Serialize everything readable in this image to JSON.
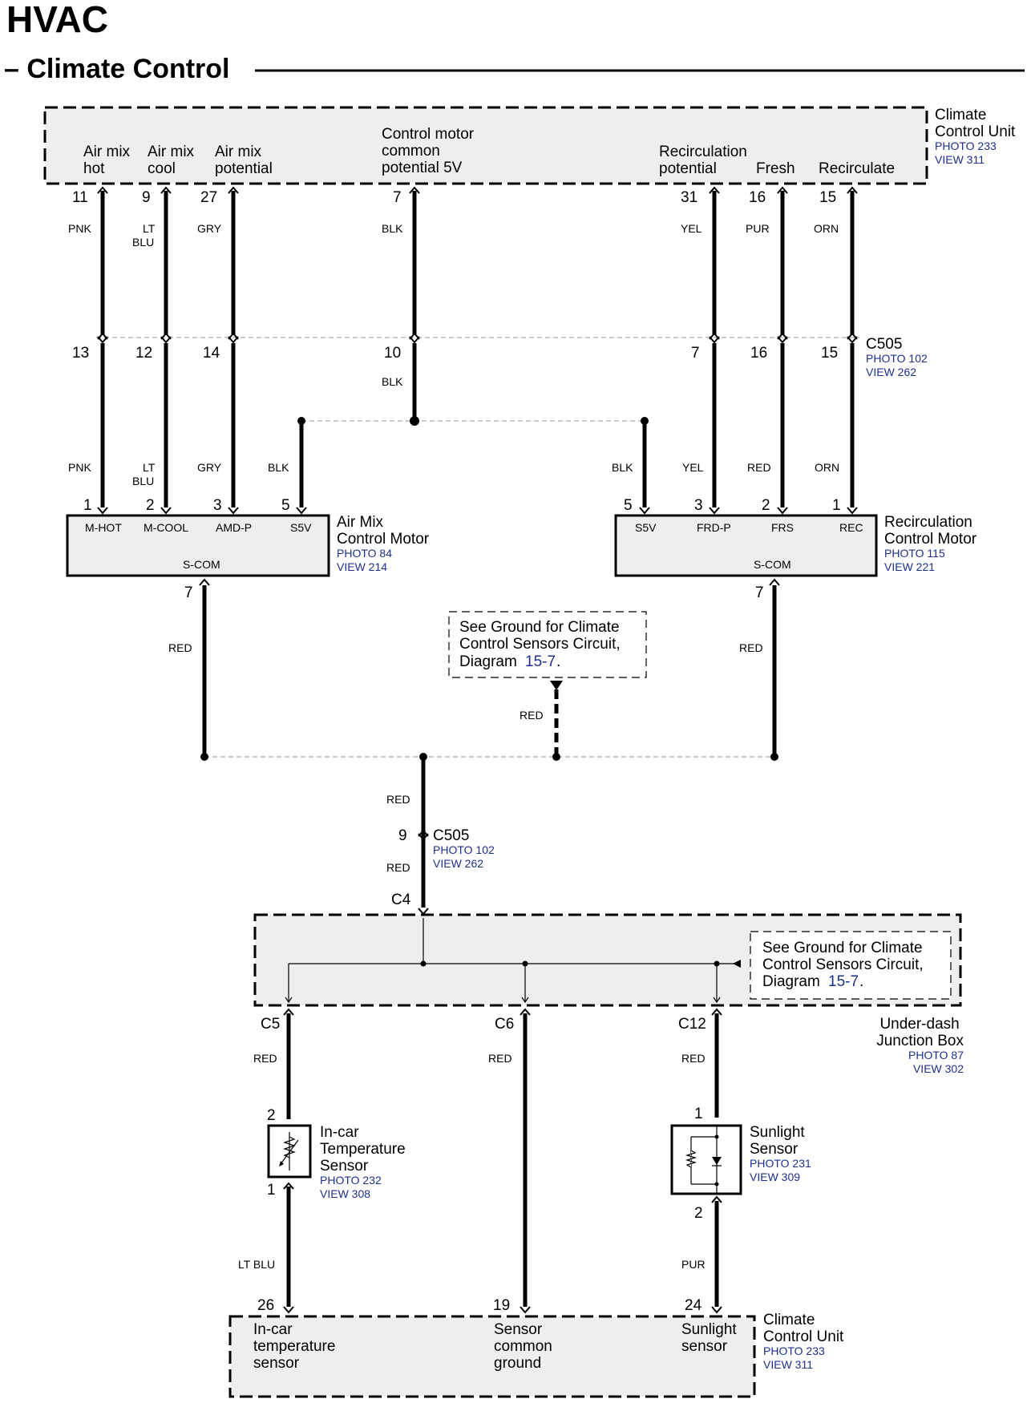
{
  "header": {
    "title": "HVAC",
    "subtitle": "– Climate Control"
  },
  "ccu_top": {
    "name": [
      "Climate",
      "Control Unit"
    ],
    "photo": "PHOTO 233",
    "view": "VIEW 311",
    "terminals": {
      "air_mix_hot": [
        "Air mix",
        "hot"
      ],
      "air_mix_cool": [
        "Air mix",
        "cool"
      ],
      "air_mix_potential": [
        "Air mix",
        "potential"
      ],
      "motor_common": [
        "Control motor",
        "common",
        "potential 5V"
      ],
      "recirc_potential": [
        "Recirculation",
        "potential"
      ],
      "fresh": "Fresh",
      "recirculate": "Recirculate"
    },
    "pins": {
      "p11": "11",
      "p9": "9",
      "p27": "27",
      "p7": "7",
      "p31": "31",
      "p16": "16",
      "p15": "15"
    }
  },
  "c505_upper": {
    "name": "C505",
    "photo": "PHOTO 102",
    "view": "VIEW 262",
    "pins": {
      "p13": "13",
      "p12": "12",
      "p14": "14",
      "p10": "10",
      "p7": "7",
      "p16": "16",
      "p15": "15"
    }
  },
  "wire_colors": {
    "pnk": "PNK",
    "lt": "LT",
    "blu": "BLU",
    "gry": "GRY",
    "blk": "BLK",
    "yel": "YEL",
    "pur": "PUR",
    "orn": "ORN",
    "red": "RED",
    "ltblu": "LT BLU"
  },
  "air_mix_motor": {
    "name": [
      "Air Mix",
      "Control Motor"
    ],
    "photo": "PHOTO 84",
    "view": "VIEW 214",
    "pins": {
      "p1": "1",
      "p2": "2",
      "p3": "3",
      "p5": "5",
      "p7": "7"
    },
    "terminals": {
      "m_hot": "M-HOT",
      "m_cool": "M-COOL",
      "amd_p": "AMD-P",
      "s5v": "S5V",
      "s_com": "S-COM"
    }
  },
  "recirc_motor": {
    "name": [
      "Recirculation",
      "Control Motor"
    ],
    "photo": "PHOTO 115",
    "view": "VIEW 221",
    "pins": {
      "p5": "5",
      "p3": "3",
      "p2": "2",
      "p1": "1",
      "p7": "7"
    },
    "terminals": {
      "s5v": "S5V",
      "frd_p": "FRD-P",
      "frs": "FRS",
      "rec": "REC",
      "s_com": "S-COM"
    }
  },
  "ground_note": {
    "lines": [
      "See Ground for Climate",
      "Control Sensors Circuit,"
    ],
    "diagram_word": "Diagram",
    "diagram_ref": "15-7",
    "period": "."
  },
  "c505_lower": {
    "name": "C505",
    "photo": "PHOTO 102",
    "view": "VIEW 262",
    "pin": "9"
  },
  "junction_box": {
    "name": [
      "Under-dash",
      "Junction Box"
    ],
    "photo": "PHOTO 87",
    "view": "VIEW 302",
    "connectors": {
      "c4": "C4",
      "c5": "C5",
      "c6": "C6",
      "c12": "C12"
    }
  },
  "incar_sensor": {
    "name": [
      "In-car",
      "Temperature",
      "Sensor"
    ],
    "photo": "PHOTO 232",
    "view": "VIEW 308",
    "pins": {
      "p2": "2",
      "p1": "1"
    }
  },
  "sunlight_sensor": {
    "name": [
      "Sunlight",
      "Sensor"
    ],
    "photo": "PHOTO 231",
    "view": "VIEW 309",
    "pins": {
      "p1": "1",
      "p2": "2"
    }
  },
  "ccu_bottom": {
    "name": [
      "Climate",
      "Control Unit"
    ],
    "photo": "PHOTO 233",
    "view": "VIEW 311",
    "pins": {
      "p26": "26",
      "p19": "19",
      "p24": "24"
    },
    "terminals": {
      "incar": [
        "In-car",
        "temperature",
        "sensor"
      ],
      "common": [
        "Sensor",
        "common",
        "ground"
      ],
      "sunlight": [
        "Sunlight",
        "sensor"
      ]
    }
  }
}
